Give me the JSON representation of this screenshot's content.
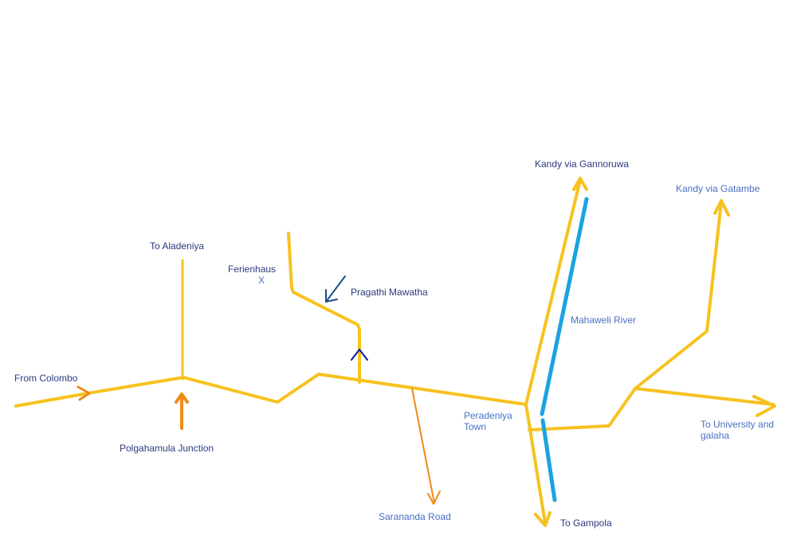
{
  "colors": {
    "road": "#f7c21f",
    "river": "#1aa3df",
    "arrow_orange": "#ef8a17",
    "arrow_dark_blue": "#1a4f8c",
    "arrow_navy": "#0a1aa0",
    "label_dark": "#2b3a7e",
    "label_light": "#4a6fc4",
    "background": "#ffffff"
  },
  "labels": {
    "from_colombo": "From Colombo",
    "to_aladeniya": "To Aladeniya",
    "polgahamula_junction": "Polgahamula Junction",
    "ferienhaus": "Ferienhaus",
    "ferienhaus_marker": "X",
    "pragathi_mawatha": "Pragathi Mawatha",
    "sarananda_road": "Sarananda Road",
    "kandy_via_gannoruwa": "Kandy via Gannoruwa",
    "mahaweli_river": "Mahaweli River",
    "peradeniya_town": "Peradeniya Town",
    "to_gampola": "To Gampola",
    "kandy_via_gatambe": "Kandy via Gatambe",
    "to_university_and_galaha": "To University and galaha"
  }
}
